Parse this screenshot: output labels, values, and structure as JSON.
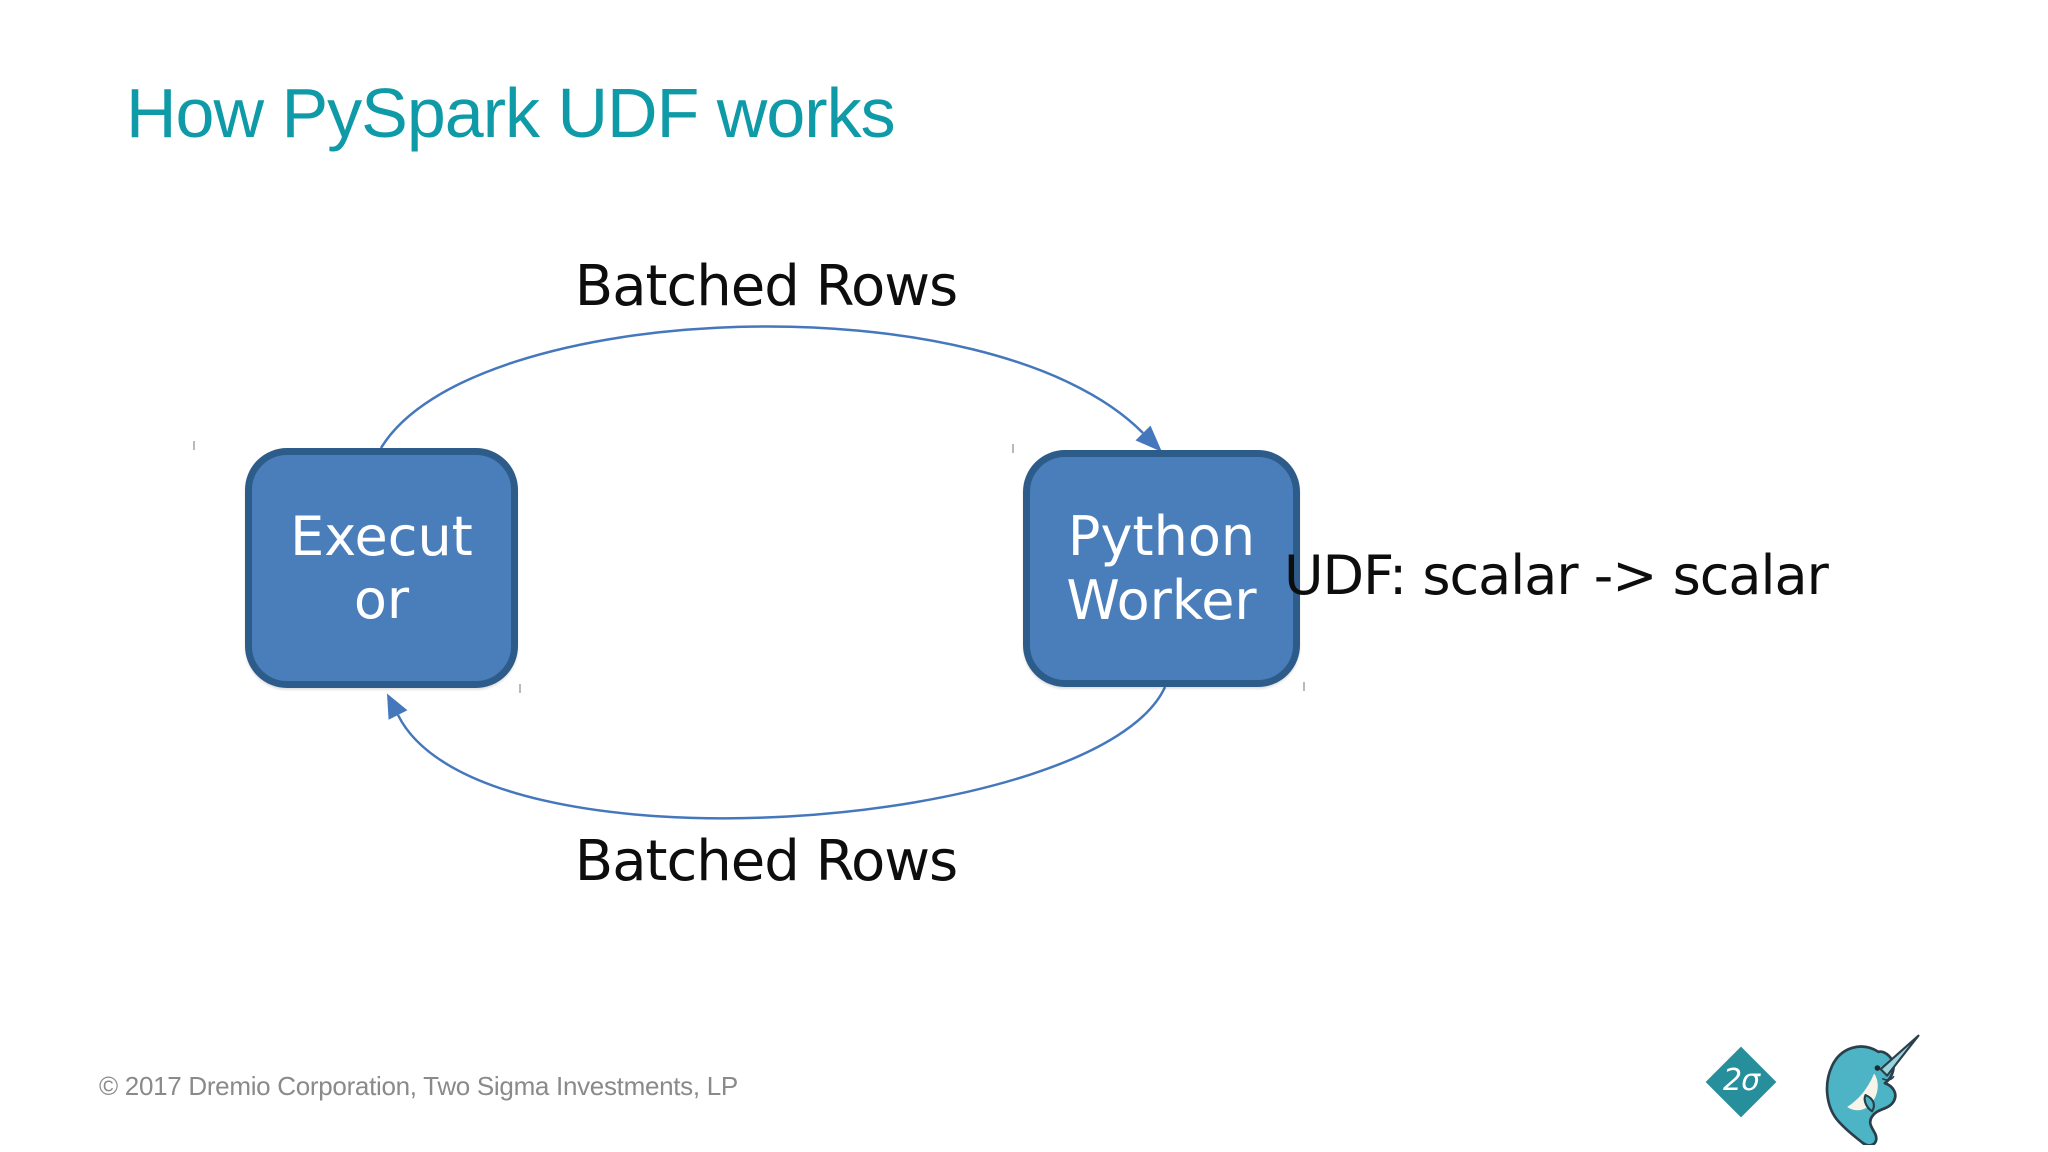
{
  "slide": {
    "title": "How PySpark UDF works",
    "footer": "© 2017 Dremio Corporation, Two Sigma Investments, LP"
  },
  "diagram": {
    "nodes": [
      {
        "id": "executor",
        "lines": [
          "Execut",
          "or"
        ]
      },
      {
        "id": "python-worker",
        "lines": [
          "Python",
          "Worker"
        ]
      }
    ],
    "edges": [
      {
        "id": "top",
        "from": "executor",
        "to": "python-worker",
        "label": "Batched Rows"
      },
      {
        "id": "bottom",
        "from": "python-worker",
        "to": "executor",
        "label": "Batched Rows"
      }
    ],
    "annotation": "UDF: scalar -> scalar"
  },
  "logos": {
    "two_sigma_text": "2σ"
  },
  "colors": {
    "title": "#0e9aa6",
    "node_fill": "#4a7ebb",
    "node_border": "#2e5c8a",
    "edge": "#4577bd",
    "text_dark": "#0d0d0d",
    "footer": "#8a8a8a",
    "two_sigma": "#278e9b",
    "narwhal": "#4cb4c4"
  }
}
